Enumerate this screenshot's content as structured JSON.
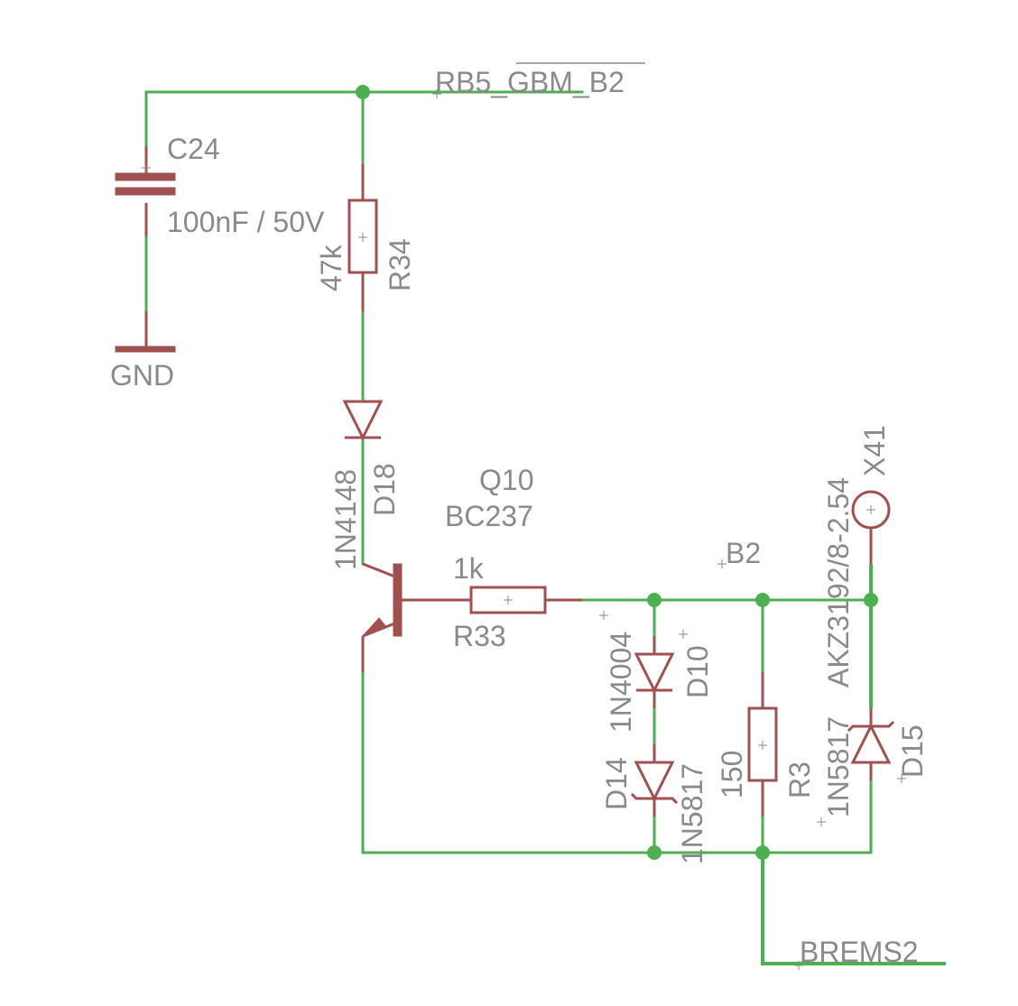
{
  "nets": {
    "rb5_gbm_b2": "RB5_GBM_B2",
    "gnd": "GND",
    "b2": "B2",
    "brems2": "BREMS2"
  },
  "components": {
    "c24": {
      "name": "C24",
      "value": "100nF / 50V"
    },
    "r34": {
      "name": "R34",
      "value": "47k"
    },
    "d18": {
      "name": "D18",
      "value": "1N4148"
    },
    "q10": {
      "name": "Q10",
      "value": "BC237"
    },
    "r33": {
      "name": "R33",
      "value": "1k"
    },
    "d10": {
      "name": "D10",
      "value": "1N4004"
    },
    "d14": {
      "name": "D14",
      "value": "1N5817"
    },
    "r3": {
      "name": "R3",
      "value": "150"
    },
    "d15": {
      "name": "D15",
      "value": "1N5817"
    },
    "x41": {
      "name": "X41",
      "value": "AKZ3192/8-2.54"
    }
  },
  "colors": {
    "wire": "#4caf50",
    "component": "#a0504f",
    "label": "#8a8a8a",
    "background": "#ffffff"
  }
}
